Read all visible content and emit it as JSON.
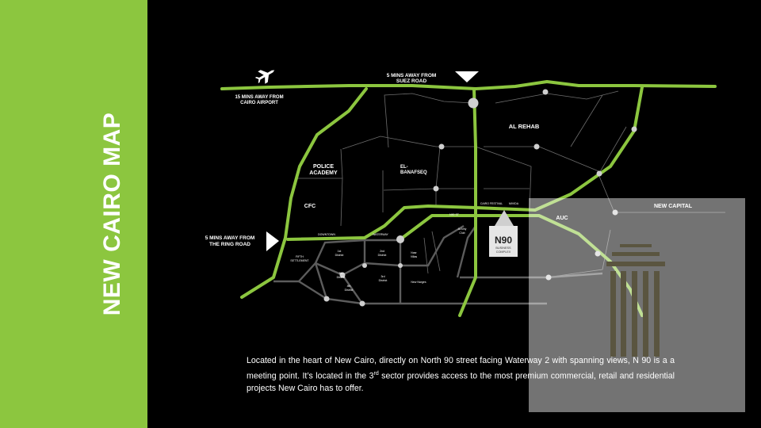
{
  "sidebar": {
    "title": "NEW CAIRO MAP",
    "color": "#8cc63f"
  },
  "map": {
    "road_color": "#8cc63f",
    "labels": {
      "suez": [
        "5 MINS AWAY FROM",
        "SUEZ ROAD"
      ],
      "airport": [
        "15 MINS AWAY FROM",
        "CAIRO AIRPORT"
      ],
      "ring_road": [
        "5 MINS AWAY FROM",
        "THE RING ROAD"
      ],
      "rehab": "AL REHAB",
      "banafseq": [
        "EL-",
        "BANAFSEQ"
      ],
      "police": [
        "POLICE",
        "ACADEMY"
      ],
      "cfc": "CFC",
      "auc": "AUC",
      "new_capital": "NEW CAPITAL",
      "fifth_settlement": [
        "FIFTH",
        "SETTLEMENT"
      ],
      "sector1": [
        "1st",
        "District"
      ],
      "sector2": [
        "2nd",
        "District"
      ],
      "sector3": [
        "3rd",
        "District"
      ],
      "sector4": [
        "4th",
        "District"
      ],
      "sector5": [
        "5th",
        "District"
      ],
      "nasr_villas": [
        "Nasr",
        "Villas"
      ],
      "new_narges": "New Narges",
      "al_ahly": [
        "Al Ahly",
        "Club"
      ],
      "small_1": "DOWNTOWN",
      "small_2": "WATERWAY",
      "small_3": "CAIRO FESTIVAL",
      "small_4": "MIVIDA",
      "small_5": "N90 ST"
    },
    "marker": {
      "logo": "N90",
      "subtitle": [
        "BUSINESS",
        "COMPLEX"
      ]
    }
  },
  "description": {
    "part1": "Located in the heart of New Cairo, directly on North 90 street facing Waterway 2 with spanning views, N 90 is a a meeting point. It’s located in the 3",
    "sup": "rd",
    "part2": " sector provides access to the most premium commercial, retail and residential projects New Cairo has to offer."
  }
}
